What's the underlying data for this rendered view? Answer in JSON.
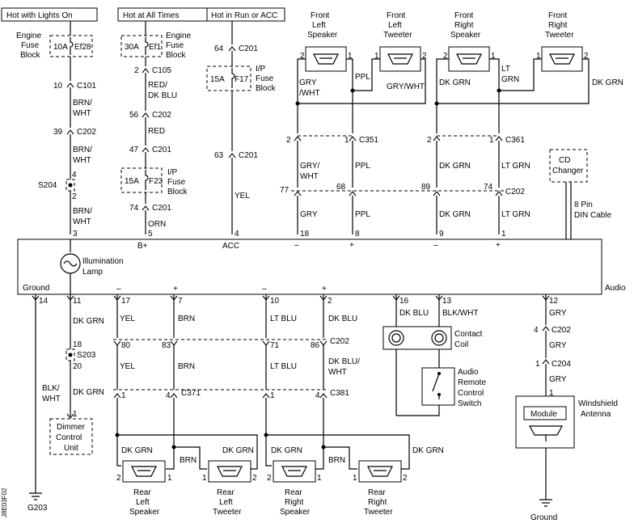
{
  "headers": {
    "hot_lights_on": "Hot with Lights On",
    "hot_at_all_times": "Hot at All Times",
    "hot_run_acc": "Hot in Run or ACC"
  },
  "fuse_blocks": {
    "engine_fuse_block": "Engine Fuse Block",
    "ip_fuse_block": "I/P Fuse Block"
  },
  "fuses": {
    "ef28": {
      "amp": "10A",
      "name": "Ef28"
    },
    "ef1": {
      "amp": "30A",
      "name": "Ef1"
    },
    "f17": {
      "amp": "15A",
      "name": "F17"
    },
    "f23": {
      "amp": "15A",
      "name": "F23"
    }
  },
  "connectors": {
    "c101": "C101",
    "c202": "C202",
    "c105": "C105",
    "c201": "C201",
    "c351": "C351",
    "c361": "C361",
    "c371": "C371",
    "c381": "C381",
    "c204": "C204",
    "s204": "S204",
    "s203": "S203"
  },
  "wires": {
    "brn_wht": "BRN/ WHT",
    "red_dk_blu": "RED/ DK BLU",
    "red": "RED",
    "orn": "ORN",
    "yel": "YEL",
    "gry_wht": "GRY /WHT",
    "gry_wht2": "GRY/WHT",
    "gry_wht3": "GRY/ WHT",
    "ppl": "PPL",
    "dk_grn": "DK GRN",
    "lt_grn": "LT GRN",
    "lt_grn2": "LT GRN",
    "gry": "GRY",
    "brn": "BRN",
    "lt_blu": "LT BLU",
    "dk_blu": "DK BLU",
    "dk_blu_wht": "DK BLU/ WHT",
    "blk_wht": "BLK/ WHT",
    "blk_wht2": "BLK/WHT"
  },
  "pins": {
    "p10": "10",
    "p39": "39",
    "p4": "4",
    "p2": "2",
    "p3": "3",
    "p30": "2",
    "p56": "56",
    "p47": "47",
    "p74": "74",
    "p5": "5",
    "p64": "64",
    "p63": "63",
    "pacc4": "4",
    "p77": "77",
    "p68": "68",
    "p89": "89",
    "p74b": "74",
    "p18": "18",
    "p8": "8",
    "p9": "9",
    "p1": "1",
    "p14": "14",
    "p11": "11",
    "p17": "17",
    "p7": "7",
    "p10b": "10",
    "p2b": "2",
    "p16": "16",
    "p13": "13",
    "p12": "12",
    "p80": "80",
    "p83": "83",
    "p71": "71",
    "p86": "86",
    "p18b": "18",
    "p20": "20",
    "p1b": "1",
    "fl_sp_2": "2",
    "fl_sp_1": "1",
    "fl_tw_1": "1",
    "fl_tw_2": "2",
    "fr_sp_2": "2",
    "fr_sp_1": "1",
    "fr_tw_1": "1",
    "fr_tw_2": "2",
    "c351_2": "2",
    "c351_1": "1",
    "c361_2": "2",
    "c361_1": "1",
    "c371_1": "1",
    "c371_4": "4",
    "c381_1": "1",
    "c381_4": "4",
    "rl_sp_2": "2",
    "rl_sp_1": "1",
    "rl_tw_1": "1",
    "rl_tw_2": "2",
    "rr_sp_2": "2",
    "rr_sp_1": "1",
    "rr_tw_1": "1",
    "rr_tw_2": "2",
    "c202_4": "4",
    "c204_1": "1",
    "ant_1": "1"
  },
  "radio": {
    "b_plus": "B+",
    "acc": "ACC",
    "ground": "Ground",
    "audio": "Audio",
    "illum": "Illumination Lamp",
    "minus": "–",
    "plus": "+"
  },
  "components": {
    "front_left_speaker": "Front Left Speaker",
    "front_left_tweeter": "Front Left Tweeter",
    "front_right_speaker": "Front Right Speaker",
    "front_right_tweeter": "Front Right Tweeter",
    "rear_left_speaker": "Rear Left Speaker",
    "rear_left_tweeter": "Rear Left Tweeter",
    "rear_right_speaker": "Rear Right Speaker",
    "rear_right_tweeter": "Rear Right Tweeter",
    "cd_changer": "CD Changer",
    "din_cable": "8 Pin DIN Cable",
    "contact_coil": "Contact Coil",
    "remote_switch": "Audio Remote Control Switch",
    "dimmer": "Dimmer Control Unit",
    "module": "Module",
    "windshield_antenna": "Windshield Antenna",
    "ground_label": "Ground",
    "g203": "G203"
  },
  "side_code": "J8E03F02"
}
